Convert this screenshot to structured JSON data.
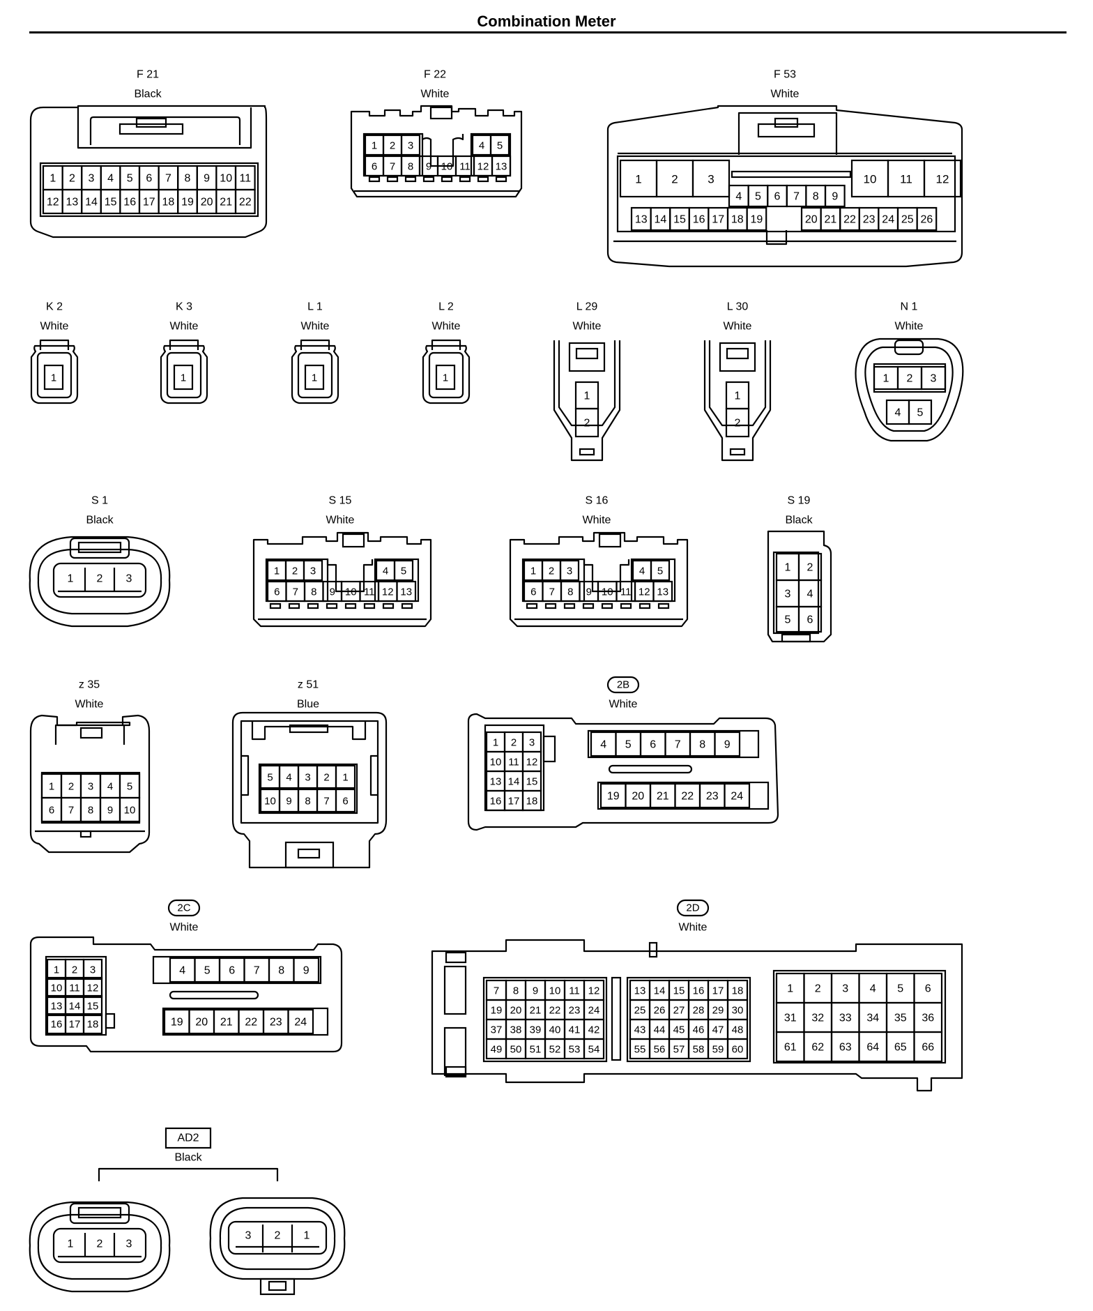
{
  "title": "Combination Meter",
  "connectors": [
    {
      "key": "F21",
      "code": "F 21",
      "color": "Black"
    },
    {
      "key": "F22",
      "code": "F 22",
      "color": "White"
    },
    {
      "key": "F53",
      "code": "F 53",
      "color": "White"
    },
    {
      "key": "K2",
      "code": "K 2",
      "color": "White"
    },
    {
      "key": "K3",
      "code": "K 3",
      "color": "White"
    },
    {
      "key": "L1",
      "code": "L 1",
      "color": "White"
    },
    {
      "key": "L2",
      "code": "L 2",
      "color": "White"
    },
    {
      "key": "L29",
      "code": "L 29",
      "color": "White"
    },
    {
      "key": "L30",
      "code": "L 30",
      "color": "White"
    },
    {
      "key": "N1",
      "code": "N 1",
      "color": "White"
    },
    {
      "key": "S1",
      "code": "S 1",
      "color": "Black"
    },
    {
      "key": "S15",
      "code": "S 15",
      "color": "White"
    },
    {
      "key": "S16",
      "code": "S 16",
      "color": "White"
    },
    {
      "key": "S19",
      "code": "S 19",
      "color": "Black"
    },
    {
      "key": "z35",
      "code": "z 35",
      "color": "White"
    },
    {
      "key": "z51",
      "code": "z 51",
      "color": "Blue"
    },
    {
      "key": "2B",
      "code": "2B",
      "color": "White",
      "badge": "round"
    },
    {
      "key": "2C",
      "code": "2C",
      "color": "White",
      "badge": "round"
    },
    {
      "key": "2D",
      "code": "2D",
      "color": "White",
      "badge": "round"
    },
    {
      "key": "AD2",
      "code": "AD2",
      "color": "Black",
      "badge": "square"
    }
  ]
}
